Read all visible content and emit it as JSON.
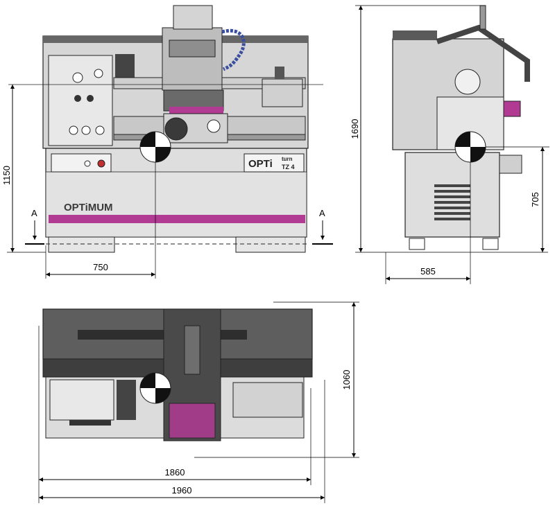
{
  "brand": "OPTiMUM",
  "model_name": "OPTi",
  "model_sub": "turn",
  "model_code": "TZ 4",
  "section_marks": [
    "A",
    "A"
  ],
  "dimensions": {
    "front_height": "1150",
    "front_width": "750",
    "side_height": "1690",
    "side_spindle_height": "705",
    "side_width": "585",
    "top_depth": "1060",
    "top_length_inner": "1860",
    "top_length_outer": "1960"
  },
  "colors": {
    "body": "#dcdcdc",
    "body_dark": "#5e5e5e",
    "accent": "#b13a93",
    "line": "#1e1e1e"
  }
}
